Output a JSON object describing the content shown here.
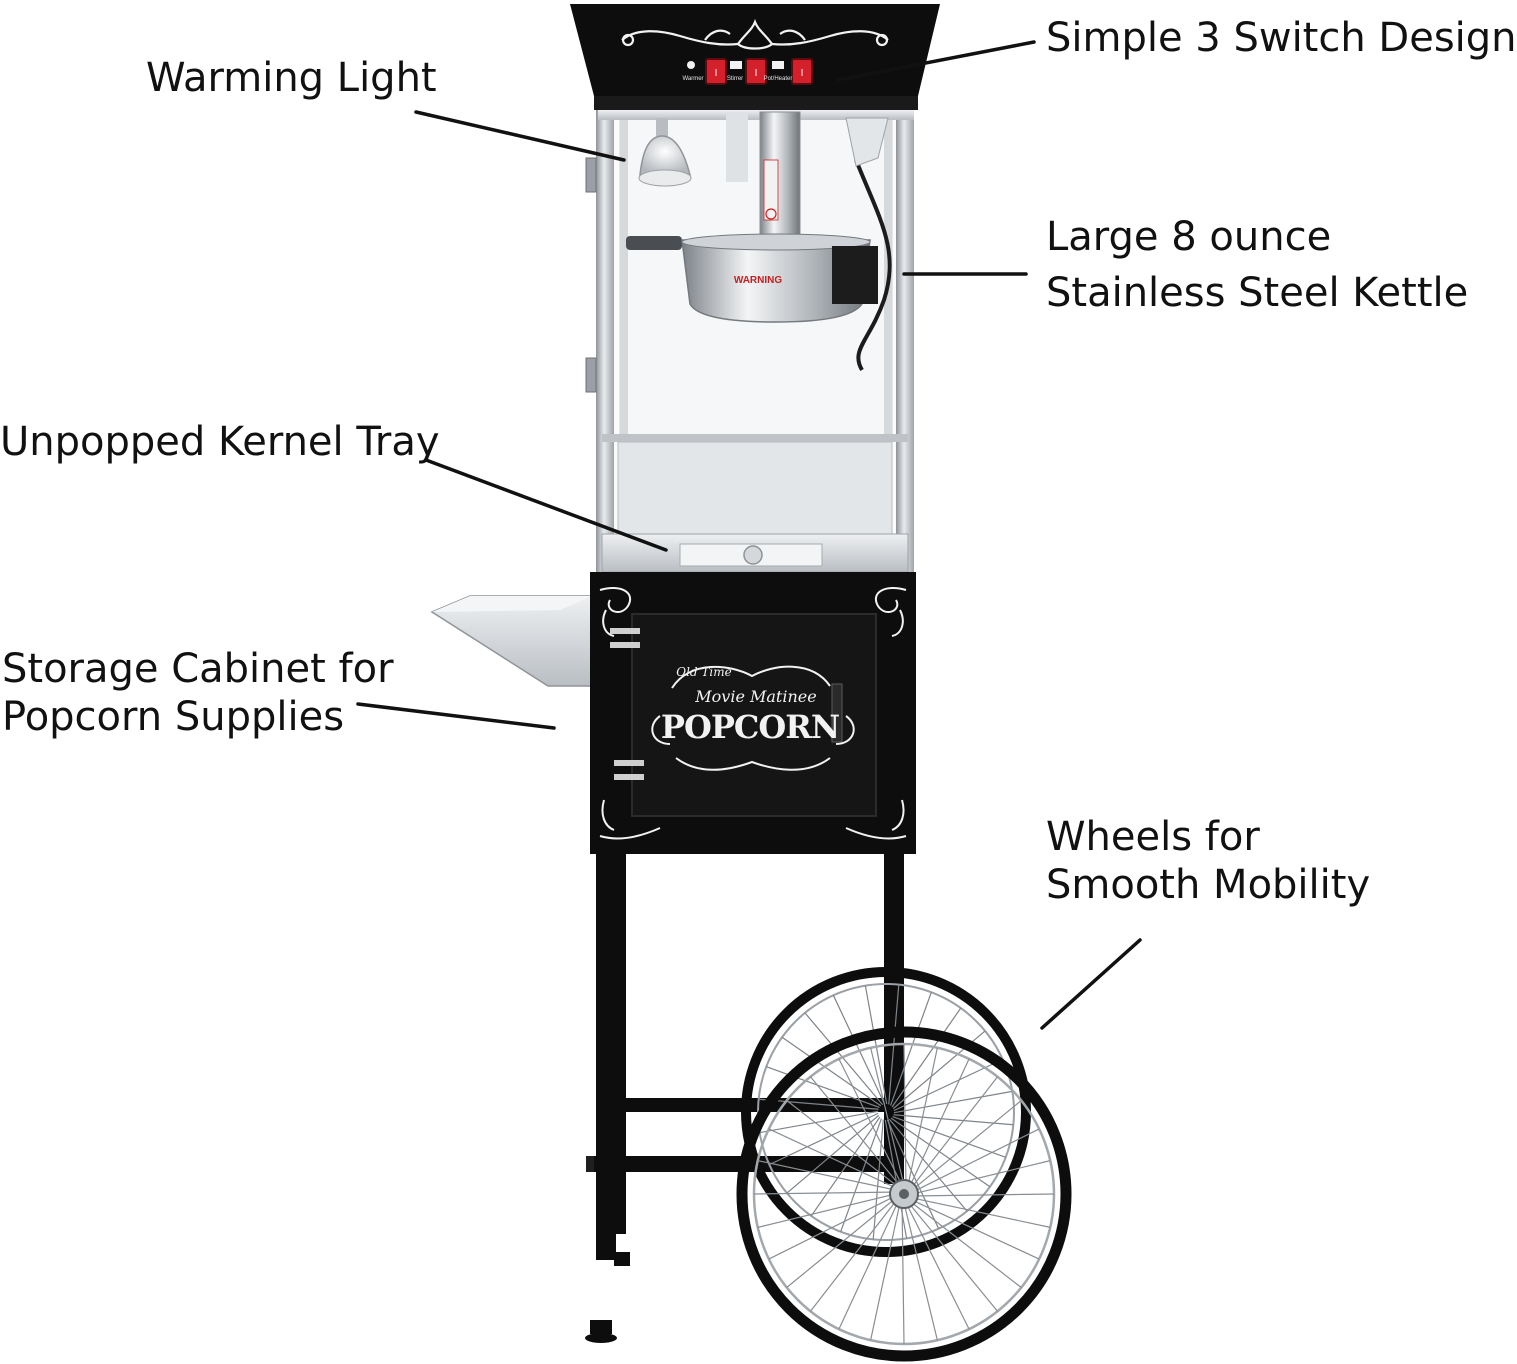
{
  "callouts": {
    "switches": {
      "lines": [
        "Simple 3 Switch Design"
      ]
    },
    "warming_light": {
      "lines": [
        "Warming Light"
      ]
    },
    "kettle": {
      "lines": [
        "Large 8 ounce",
        "Stainless Steel Kettle"
      ]
    },
    "kernel_tray": {
      "lines": [
        "Unpopped Kernel Tray"
      ]
    },
    "cabinet": {
      "lines": [
        "Storage Cabinet for",
        "Popcorn Supplies"
      ]
    },
    "wheels": {
      "lines": [
        "Wheels for",
        "Smooth Mobility"
      ]
    }
  },
  "machine": {
    "switch_labels": [
      "Warmer",
      "Stirrer",
      "Pot/Heater"
    ],
    "switch_mark": "I",
    "kettle_warning": "WARNING",
    "logo": {
      "line1": "Old Time",
      "line2": "Movie Matinee",
      "line3": "POPCORN"
    }
  },
  "colors": {
    "cart_black": "#0d0d0d",
    "steel": "#c9cdd1",
    "switch_red": "#d3202a",
    "ornament": "#f2f2f2",
    "text": "#111111"
  }
}
